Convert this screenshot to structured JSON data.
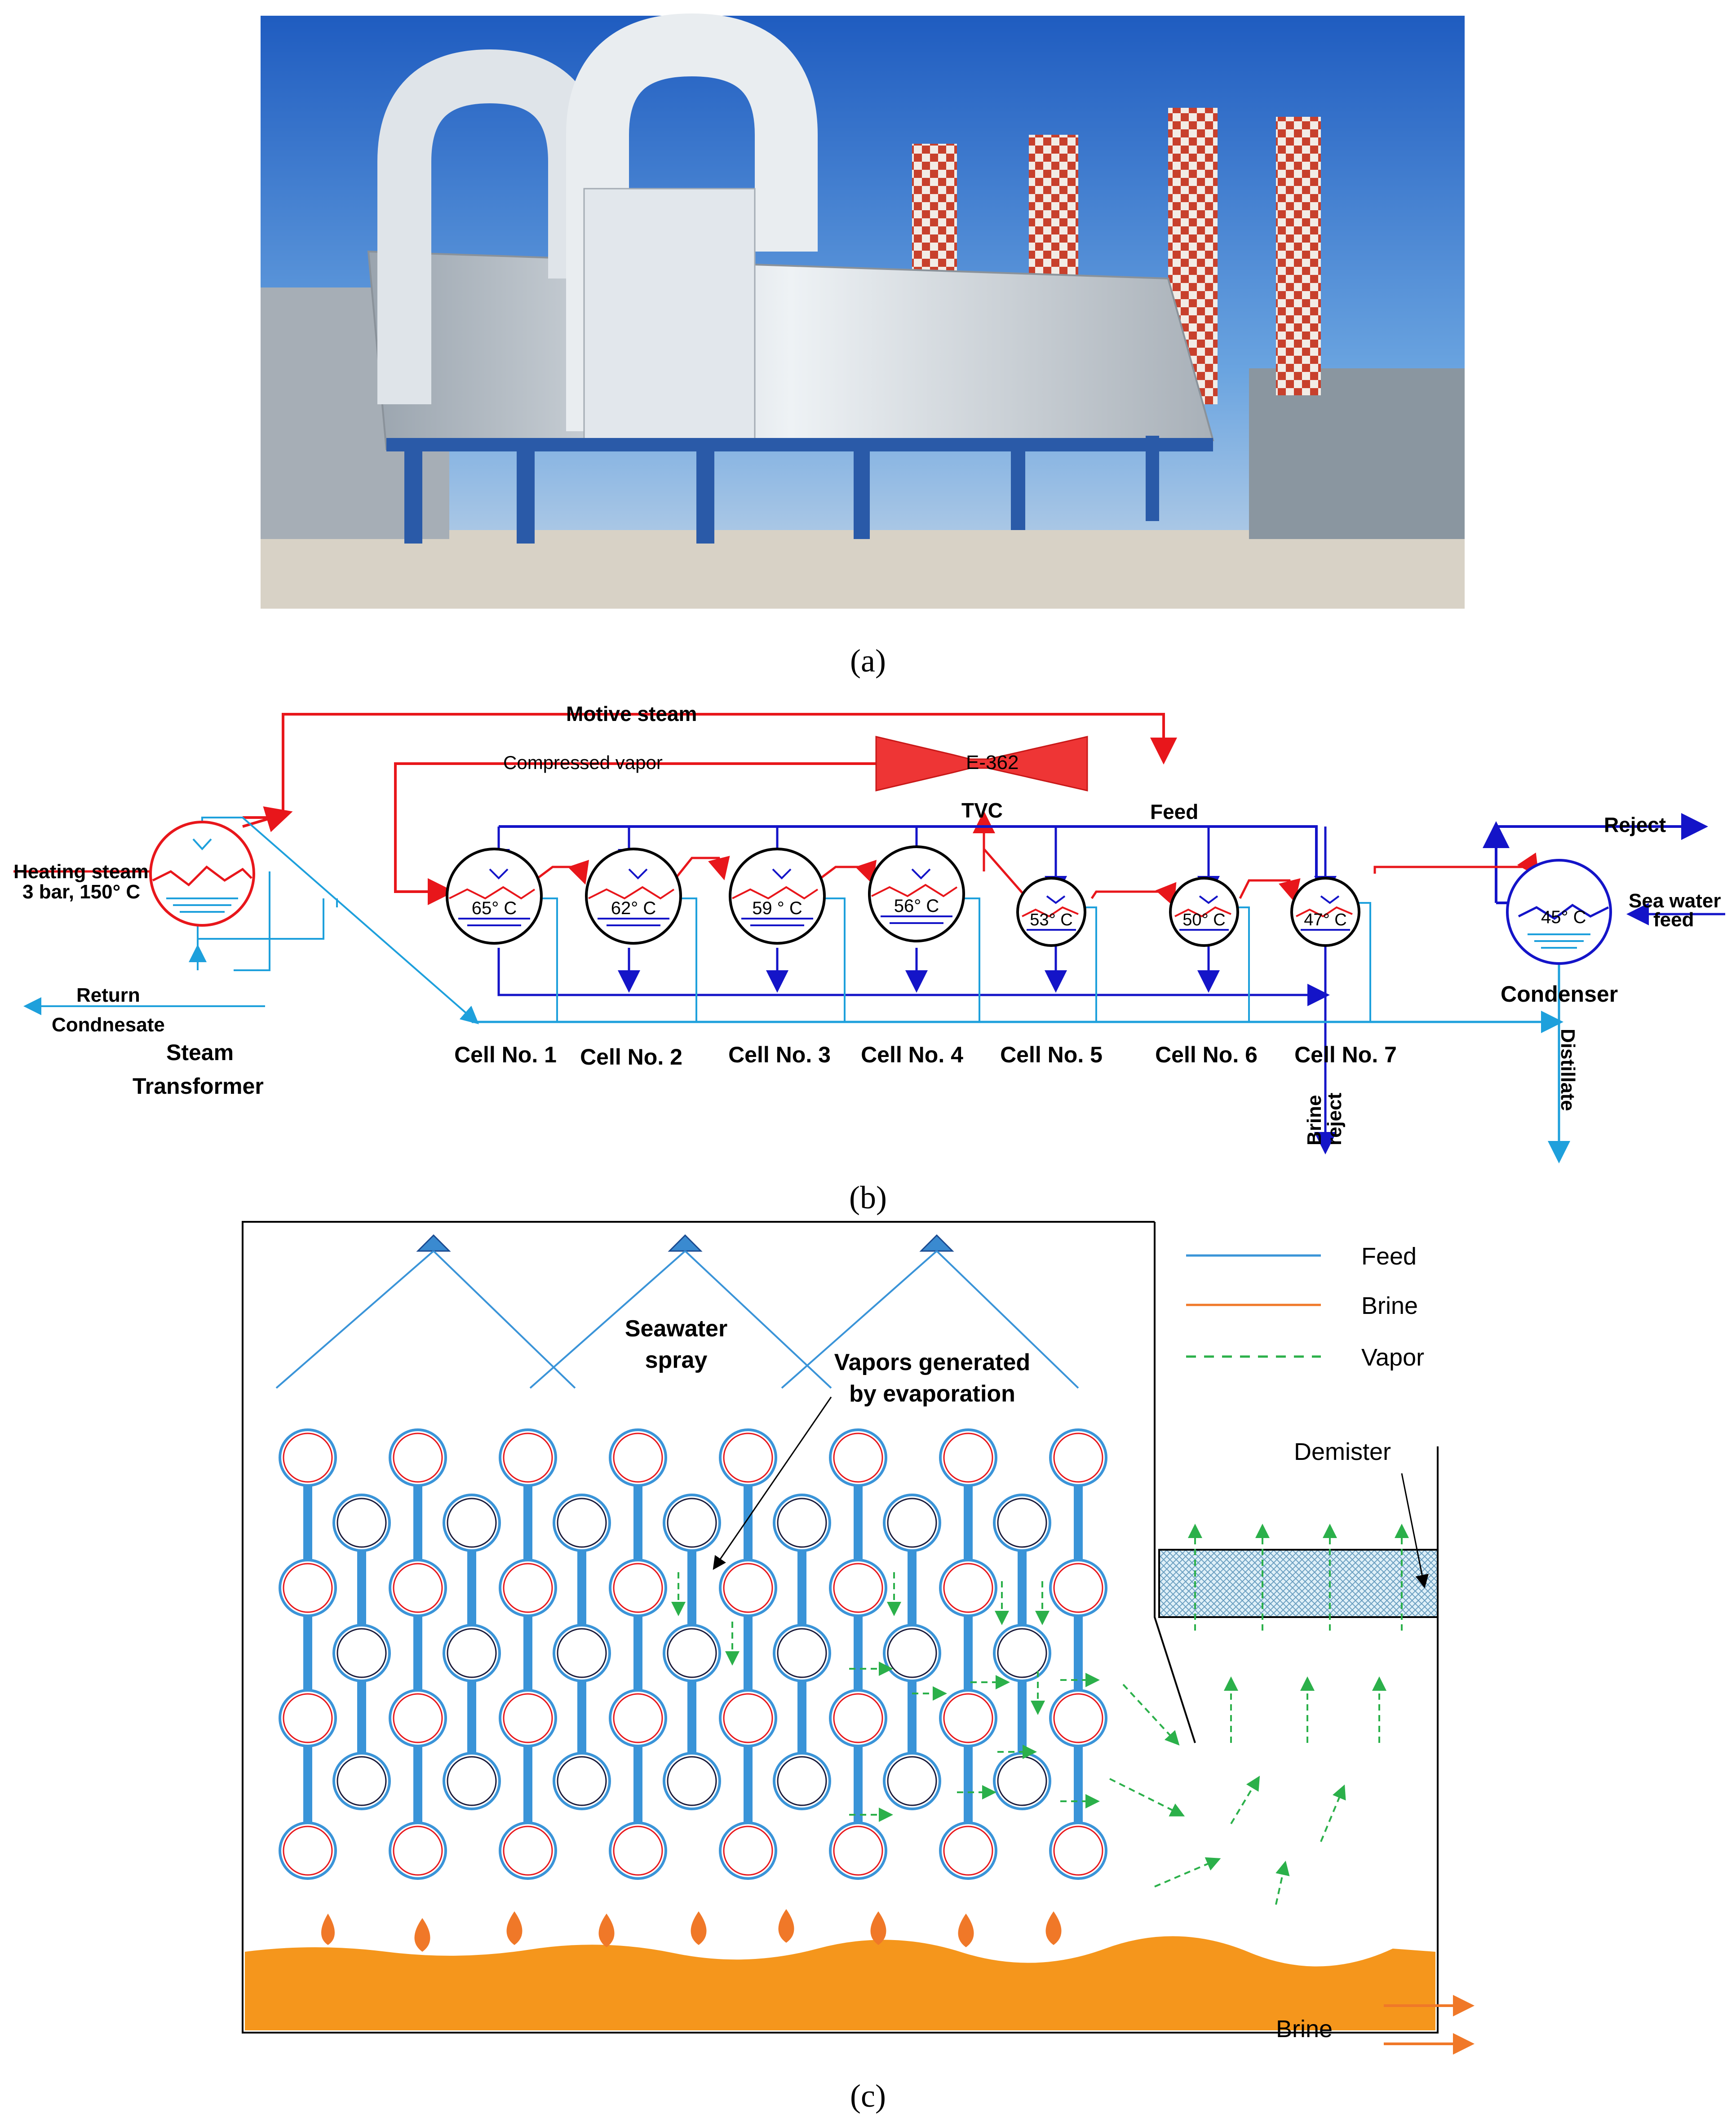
{
  "captions": {
    "a": "(a)",
    "b": "(b)",
    "c": "(c)"
  },
  "b": {
    "motive_steam": "Motive steam",
    "compressed_vapor": "Compressed vapor",
    "ejector_code": "E-362",
    "tvc": "TVC",
    "feed": "Feed",
    "reject": "Reject",
    "heating_steam_1": "Heating steam",
    "heating_steam_2": "3 bar, 150° C",
    "return_1": "Return",
    "return_2": "Condnesate",
    "transformer_1": "Steam",
    "transformer_2": "Transformer",
    "sea_water_1": "Sea water",
    "sea_water_2": "feed",
    "condenser": "Condenser",
    "condenser_temp": "45° C",
    "brine_1": "Brine",
    "brine_2": "reject",
    "distillate": "Distillate",
    "cells": [
      {
        "label": "Cell No. 1",
        "temp": "65° C"
      },
      {
        "label": "Cell No. 2",
        "temp": "62° C"
      },
      {
        "label": "Cell No. 3",
        "temp": "59 ° C"
      },
      {
        "label": "Cell No. 4",
        "temp": "56° C"
      },
      {
        "label": "Cell No. 5",
        "temp": "53° C"
      },
      {
        "label": "Cell No. 6",
        "temp": "50° C"
      },
      {
        "label": "Cell No. 7",
        "temp": "47° C"
      }
    ]
  },
  "c": {
    "legend": {
      "feed": "Feed",
      "brine": "Brine",
      "vapor": "Vapor"
    },
    "seawater_1": "Seawater",
    "seawater_2": "spray",
    "vapors_1": "Vapors generated",
    "vapors_2": "by evaporation",
    "demister": "Demister",
    "brine": "Brine"
  },
  "colors": {
    "steam": "#e8161b",
    "feed_blue": "#1414c8",
    "light_blue": "#1ea0dc",
    "tube_blue": "#3a94d8",
    "brine_orange": "#f5961c",
    "drop_orange": "#f07828",
    "vapor_green": "#2bb04a"
  }
}
